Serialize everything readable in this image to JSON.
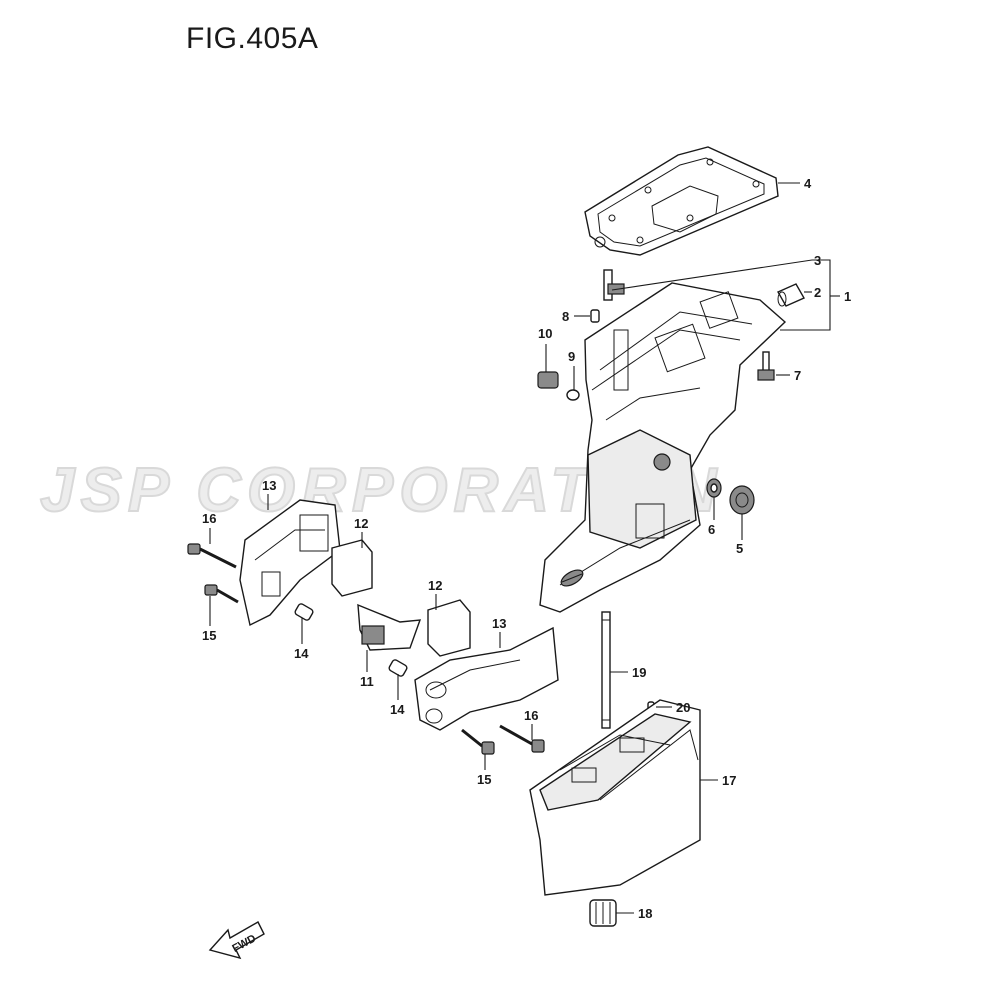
{
  "figure": {
    "title": "FIG.405A",
    "watermark": "JSP CORPORATION",
    "direction_label": "FWD"
  },
  "callouts": {
    "c1": "1",
    "c2": "2",
    "c3": "3",
    "c4": "4",
    "c5": "5",
    "c6": "6",
    "c7": "7",
    "c8": "8",
    "c9": "9",
    "c10": "10",
    "c11": "11",
    "c12a": "12",
    "c12b": "12",
    "c13a": "13",
    "c13b": "13",
    "c14a": "14",
    "c14b": "14",
    "c15a": "15",
    "c15b": "15",
    "c16a": "16",
    "c16b": "16",
    "c17": "17",
    "c18": "18",
    "c19": "19",
    "c20": "20"
  },
  "colors": {
    "line": "#1a1a1a",
    "watermark": "#d9d9d9",
    "shade": "#ececec"
  }
}
